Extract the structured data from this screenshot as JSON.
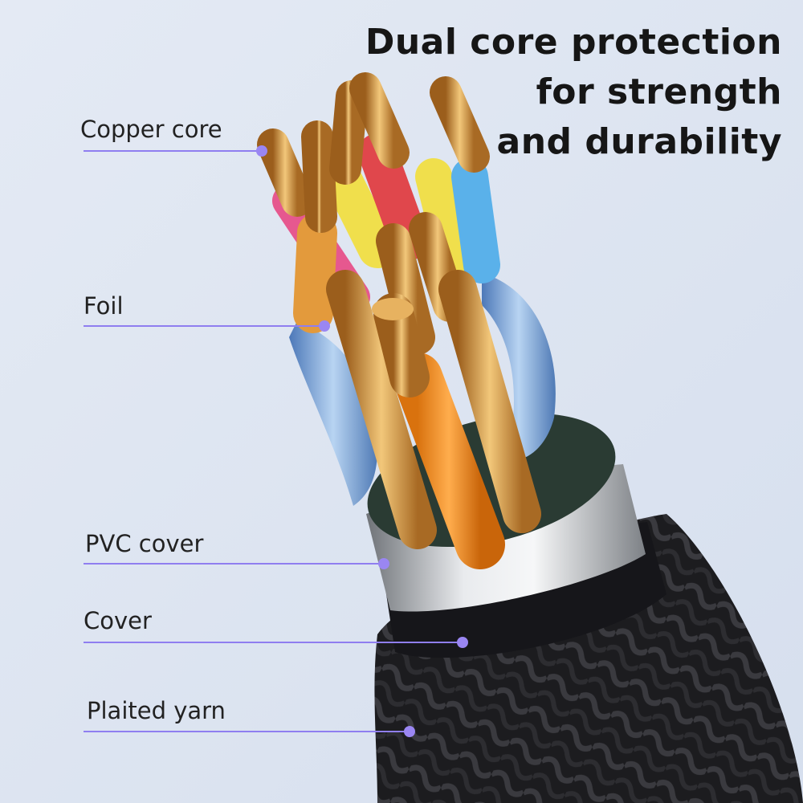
{
  "headline": {
    "line1": "Dual core protection",
    "line2": "for strength",
    "line3": "and durability"
  },
  "layers": [
    {
      "label": "Copper core"
    },
    {
      "label": "Foil"
    },
    {
      "label": "PVC cover"
    },
    {
      "label": "Cover"
    },
    {
      "label": "Plaited yarn"
    }
  ],
  "colors": {
    "background": "#dfe6f2",
    "leader_line": "#8f7ef0",
    "copper": "#d99a3e",
    "braid": "#1b1b1d",
    "ferrule": "#b9bcc1",
    "foil": "#7fa9dc"
  }
}
